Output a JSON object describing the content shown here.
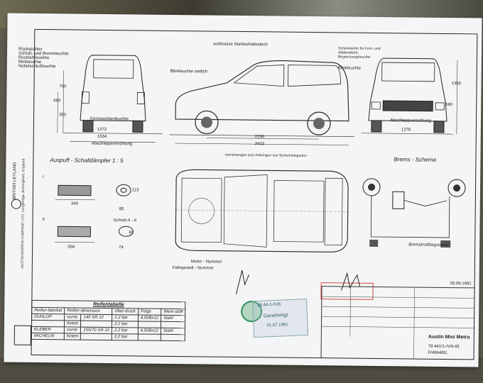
{
  "company": {
    "brand": "BRITISH LEYLAND",
    "name": "AUSTIN MORRIS COMPANY LTD.",
    "address": "Longbridge, Birmingham, England"
  },
  "rear_labels": [
    "Rückstrahler",
    "Schluß- und Bremsleuchte",
    "Rückfahrleuchte",
    "Blinkleuchte",
    "Nebelschlußleuchte"
  ],
  "rear_notes": {
    "plate": "Kennzeichenleuchte",
    "trailer": "Abschleppvorrichtung"
  },
  "rear_dims": {
    "width1": "1272",
    "width2": "1534",
    "h1": "580",
    "h2": "760",
    "h3": "350"
  },
  "side_notes": {
    "lamp": "Blinkleuchte seitlich",
    "rust": "wahlweise Stahlschiebedach",
    "wheelbase": "2250",
    "length": "3403"
  },
  "front_notes": {
    "headlamp": "Scheinwerfer für Fern- und Abblendlicht, Begrenzungsleuchte",
    "blinker": "Blinkleuchte",
    "tow": "Abschleppvorrichtung",
    "track": "1278",
    "h1": "1359",
    "h2": "680"
  },
  "exhaust": {
    "title": "Auspuff - Schalldämpfer  1 : 5",
    "part1": "I",
    "part2": "II",
    "d1": "344",
    "d2": "115",
    "d3": "85",
    "section": "Schnitt  A - A",
    "d4": "394",
    "d5": "80",
    "d6": "74"
  },
  "plan_notes": {
    "anchors": "Vorrichtungen zum Anbringen von Sicherheitsgurten",
    "motor": "Motor - Nummer",
    "chassis": "Fahrgestell - Nummer"
  },
  "brakes": {
    "title": "Brems - Schema",
    "booster": "Bremskraftbegrenzer"
  },
  "tyres": {
    "title": "Reifentabelle",
    "headers": [
      "Reifen-fabrikat",
      "Reifen-dimension",
      "Über-druck",
      "Felge",
      "Werk-stoff"
    ],
    "rows": [
      [
        "DUNLOP",
        "vorne",
        "145 SR 12",
        "2,2 bar",
        "4,50Bx12",
        "Stahl"
      ],
      [
        "",
        "hinten",
        "",
        "2,2 bar",
        "",
        ""
      ],
      [
        "KLEBER",
        "vorne",
        "155/70 SR 12",
        "2,2 bar",
        "4,50Bx12",
        "Stahl"
      ],
      [
        "MICHELIN",
        "hinten",
        "",
        "2,2 bar",
        "",
        ""
      ]
    ]
  },
  "stamps": {
    "blue1": "29.44-1-IV/6",
    "blue2": "Genehmigt",
    "date": "01.07.1981"
  },
  "title_block": {
    "date": "05.09.1981",
    "model": "Austin Mini Metro",
    "num1": "79.441/1-IV/6-81",
    "num2": "F/4964/81"
  },
  "colors": {
    "paper": "#f4f5f6",
    "ink": "#222222",
    "stamp_red": "#dd4444",
    "stamp_green": "#2f8f5a"
  }
}
